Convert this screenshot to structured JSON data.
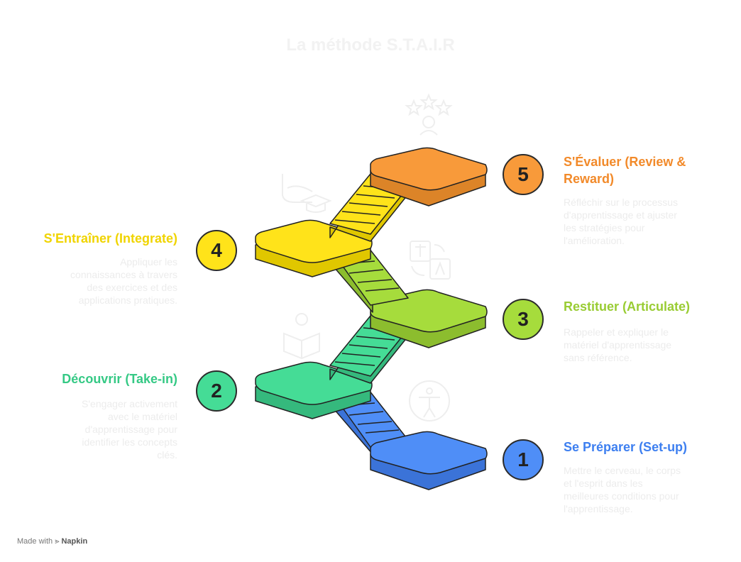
{
  "title": "La méthode S.T.A.I.R",
  "colors": {
    "blue": "#4f8ef7",
    "teal": "#45dc96",
    "lime": "#a6dc3c",
    "yellow": "#ffe31a",
    "orange": "#f89a3a"
  },
  "steps": [
    {
      "number": "1",
      "title": "Se Préparer (Set-up)",
      "desc": [
        "Mettre le cerveau, le corps",
        "et l'esprit dans les",
        "meilleures conditions pour",
        "l'apprentissage."
      ],
      "icon": "accessibility-person-icon"
    },
    {
      "number": "2",
      "title": "Découvrir (Take-in)",
      "desc": [
        "S'engager activement",
        "avec le matériel",
        "d'apprentissage pour",
        "identifier les concepts",
        "clés."
      ],
      "icon": "person-reading-book-icon"
    },
    {
      "number": "3",
      "title": "Restituer (Articulate)",
      "desc": [
        "Rappeler et expliquer le",
        "matériel d'apprentissage",
        "sans référence."
      ],
      "icon": "translate-icon"
    },
    {
      "number": "4",
      "title": "S'Entraîner (Integrate)",
      "desc": [
        "Appliquer les",
        "connaissances à travers",
        "des exercices et des",
        "applications pratiques."
      ],
      "icon": "graduate-hand-icon"
    },
    {
      "number": "5",
      "title_lines": [
        "S'Évaluer (Review &",
        "Reward)"
      ],
      "desc": [
        "Réfléchir sur le processus",
        "d'apprentissage et ajuster",
        "les stratégies pour",
        "l'amélioration."
      ],
      "icon": "stars-person-icon"
    }
  ],
  "footer": {
    "made_with": "Made with",
    "brand": "Napkin"
  }
}
